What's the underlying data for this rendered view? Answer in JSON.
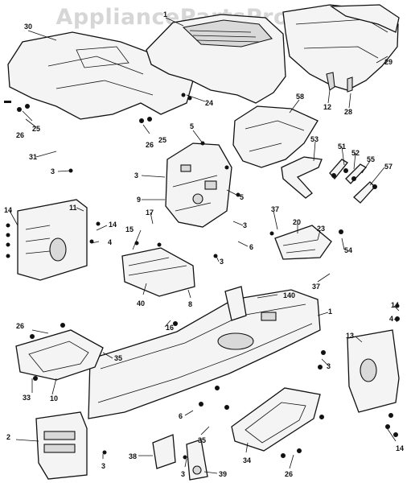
{
  "watermark": "AppliancePartsPros.com",
  "callouts": {
    "c30": "30",
    "c1": "1",
    "c29": "29",
    "c12": "12",
    "c28": "28",
    "c24": "24",
    "c25a": "25",
    "c26a": "26",
    "c26b": "26",
    "c25b": "25",
    "c5a": "5",
    "c58": "58",
    "c31": "31",
    "c3a": "3",
    "c3b": "3",
    "c53": "53",
    "c51": "51",
    "c52": "52",
    "c55": "55",
    "c57": "57",
    "c9": "9",
    "c5b": "5",
    "c14a": "14",
    "c11": "11",
    "c14b": "14",
    "c4a": "4",
    "c17": "17",
    "c3c": "3",
    "c37a": "37",
    "c20": "20",
    "c23": "23",
    "c54": "54",
    "c6a": "6",
    "c15": "15",
    "c3d": "3",
    "c37b": "37",
    "c40": "40",
    "c8": "8",
    "c16": "16",
    "c140": "140",
    "c1b": "1",
    "c14c": "14",
    "c4b": "4",
    "c26c": "26",
    "c35a": "35",
    "c13": "13",
    "c33": "33",
    "c10": "10",
    "c3e": "3",
    "c6b": "6",
    "c2": "2",
    "c35b": "35",
    "c14d": "14",
    "c34": "34",
    "c26d": "26",
    "c3f": "3",
    "c38": "38",
    "c3g": "3",
    "c39": "39"
  }
}
